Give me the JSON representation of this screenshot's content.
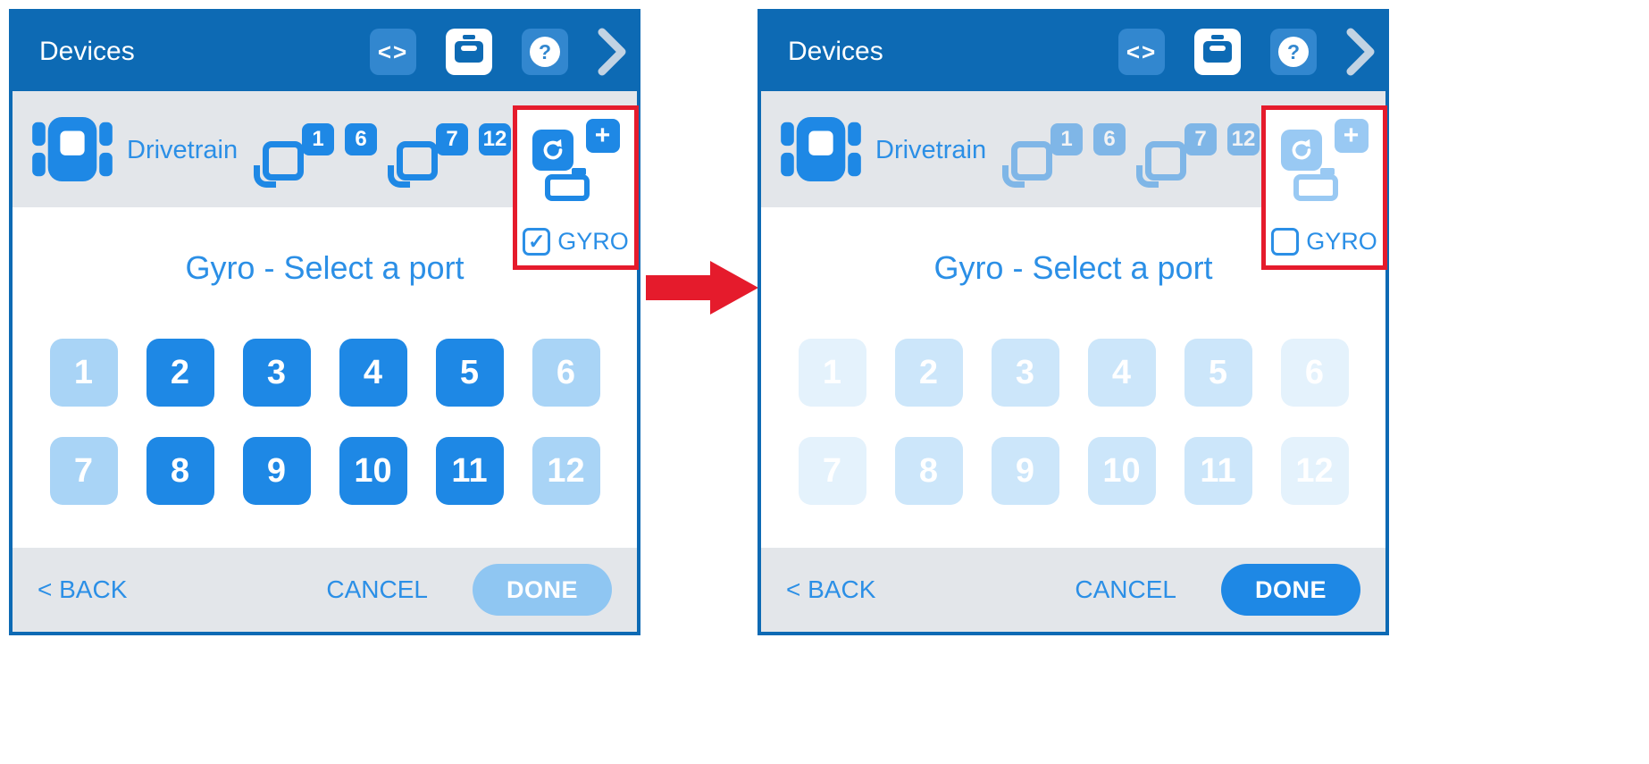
{
  "shared": {
    "header": {
      "title": "Devices"
    },
    "icons": {
      "code": "<>",
      "help": "?",
      "plus": "+",
      "check": "✓"
    },
    "device_bar": {
      "drivetrain_label": "Drivetrain",
      "motor_group_1_ports": [
        "1",
        "6"
      ],
      "motor_group_2_ports": [
        "7",
        "12"
      ]
    },
    "gyro_label": "GYRO",
    "dialog_title": "Gyro - Select a port",
    "ports": {
      "labels": [
        "1",
        "2",
        "3",
        "4",
        "5",
        "6",
        "7",
        "8",
        "9",
        "10",
        "11",
        "12"
      ],
      "drivetrain_used": [
        "1",
        "6",
        "7",
        "12"
      ]
    },
    "footer": {
      "back": "< BACK",
      "cancel": "CANCEL",
      "done": "DONE"
    }
  },
  "panels": {
    "left": {
      "gyro_checked": true,
      "ports_enabled": true,
      "done_enabled": false
    },
    "right": {
      "gyro_checked": false,
      "ports_enabled": false,
      "done_enabled": true
    }
  },
  "colors": {
    "header_bg": "#0d6ab4",
    "icon_btn_bg": "#3287cf",
    "accent": "#1e88e5",
    "accent_text": "#2b8fe6",
    "bar_bg": "#e3e6ea",
    "port_dim": "#a9d4f6",
    "port_faded": "#cce6fa",
    "port_faded_dim": "#e4f2fc",
    "done_disabled": "#8fc6f2",
    "highlight_red": "#e51b2c",
    "chevron": "#c2d3e3",
    "panel_border": "#0d6ab4"
  }
}
